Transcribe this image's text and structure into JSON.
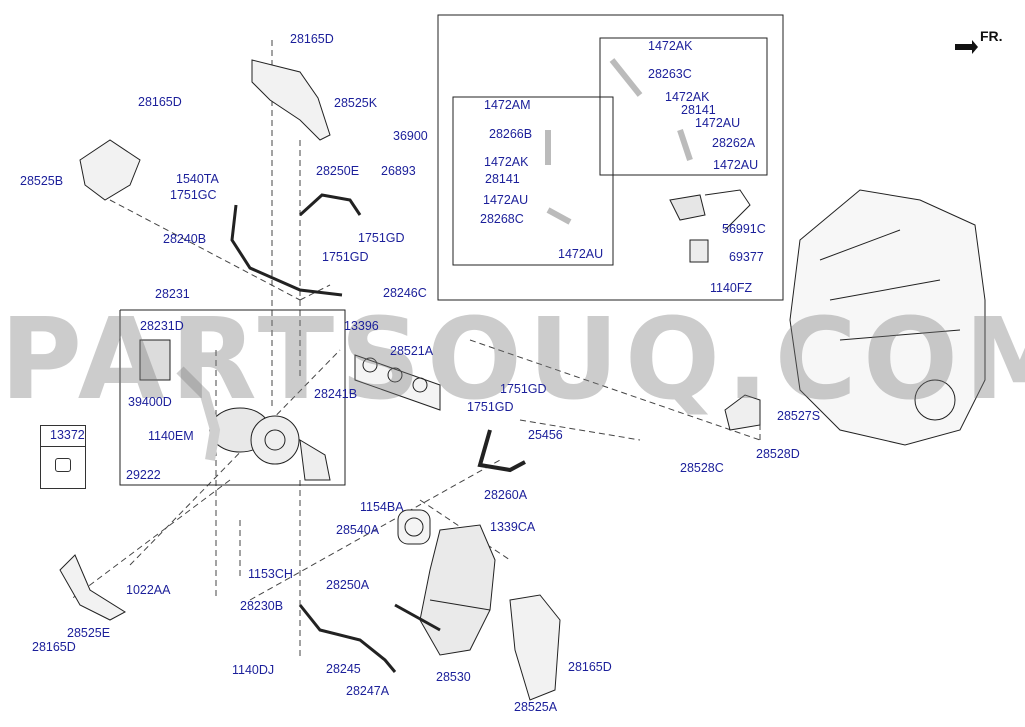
{
  "direction_label": "FR.",
  "watermark": "PARTSOUQ.COM",
  "reference_box": {
    "code": "13372"
  },
  "labels": [
    {
      "id": "l-28165D-top",
      "text": "28165D"
    },
    {
      "id": "l-28525K",
      "text": "28525K"
    },
    {
      "id": "l-28165D-left",
      "text": "28165D"
    },
    {
      "id": "l-28525B",
      "text": "28525B"
    },
    {
      "id": "l-1540TA",
      "text": "1540TA"
    },
    {
      "id": "l-1751GC",
      "text": "1751GC"
    },
    {
      "id": "l-28250E",
      "text": "28250E"
    },
    {
      "id": "l-26893",
      "text": "26893"
    },
    {
      "id": "l-28240B",
      "text": "28240B"
    },
    {
      "id": "l-1751GD-a",
      "text": "1751GD"
    },
    {
      "id": "l-1751GD-b",
      "text": "1751GD"
    },
    {
      "id": "l-28246C",
      "text": "28246C"
    },
    {
      "id": "l-28231",
      "text": "28231"
    },
    {
      "id": "l-28231D",
      "text": "28231D"
    },
    {
      "id": "l-13396",
      "text": "13396"
    },
    {
      "id": "l-28521A",
      "text": "28521A"
    },
    {
      "id": "l-39400D",
      "text": "39400D"
    },
    {
      "id": "l-28241B",
      "text": "28241B"
    },
    {
      "id": "l-1140EM",
      "text": "1140EM"
    },
    {
      "id": "l-29222",
      "text": "29222"
    },
    {
      "id": "l-1751GD-c",
      "text": "1751GD"
    },
    {
      "id": "l-1751GD-d",
      "text": "1751GD"
    },
    {
      "id": "l-25456",
      "text": "25456"
    },
    {
      "id": "l-28260A",
      "text": "28260A"
    },
    {
      "id": "l-1154BA",
      "text": "1154BA"
    },
    {
      "id": "l-28540A",
      "text": "28540A"
    },
    {
      "id": "l-1339CA",
      "text": "1339CA"
    },
    {
      "id": "l-1022AA",
      "text": "1022AA"
    },
    {
      "id": "l-1153CH",
      "text": "1153CH"
    },
    {
      "id": "l-28250A",
      "text": "28250A"
    },
    {
      "id": "l-28230B",
      "text": "28230B"
    },
    {
      "id": "l-28525E",
      "text": "28525E"
    },
    {
      "id": "l-28165D-bl",
      "text": "28165D"
    },
    {
      "id": "l-1140DJ",
      "text": "1140DJ"
    },
    {
      "id": "l-28245",
      "text": "28245"
    },
    {
      "id": "l-28530",
      "text": "28530"
    },
    {
      "id": "l-28247A",
      "text": "28247A"
    },
    {
      "id": "l-28165D-br",
      "text": "28165D"
    },
    {
      "id": "l-28525A",
      "text": "28525A"
    },
    {
      "id": "l-36900",
      "text": "36900"
    },
    {
      "id": "l-1472AM",
      "text": "1472AM"
    },
    {
      "id": "l-28266B",
      "text": "28266B"
    },
    {
      "id": "l-1472AK-a",
      "text": "1472AK"
    },
    {
      "id": "l-28141-a",
      "text": "28141"
    },
    {
      "id": "l-1472AU-a",
      "text": "1472AU"
    },
    {
      "id": "l-28268C",
      "text": "28268C"
    },
    {
      "id": "l-1472AU-b",
      "text": "1472AU"
    },
    {
      "id": "l-1472AK-b",
      "text": "1472AK"
    },
    {
      "id": "l-28263C",
      "text": "28263C"
    },
    {
      "id": "l-1472AK-c",
      "text": "1472AK"
    },
    {
      "id": "l-28141-b",
      "text": "28141"
    },
    {
      "id": "l-1472AU-c",
      "text": "1472AU"
    },
    {
      "id": "l-28262A",
      "text": "28262A"
    },
    {
      "id": "l-1472AU-d",
      "text": "1472AU"
    },
    {
      "id": "l-56991C",
      "text": "56991C"
    },
    {
      "id": "l-69377",
      "text": "69377"
    },
    {
      "id": "l-1140FZ",
      "text": "1140FZ"
    },
    {
      "id": "l-28527S",
      "text": "28527S"
    },
    {
      "id": "l-28528C",
      "text": "28528C"
    },
    {
      "id": "l-28528D",
      "text": "28528D"
    }
  ]
}
